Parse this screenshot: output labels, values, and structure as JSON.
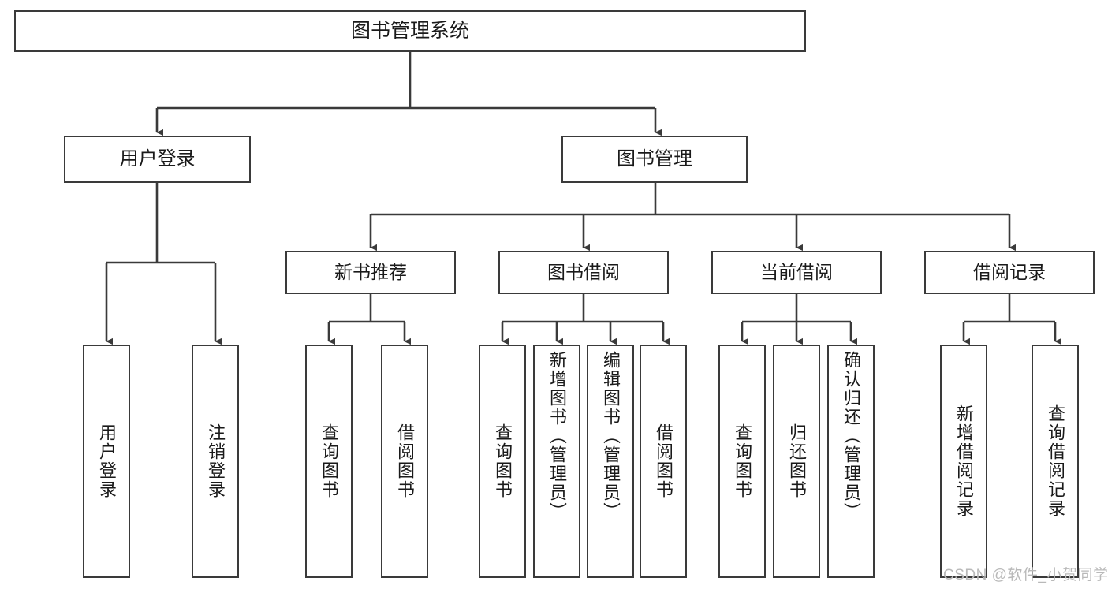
{
  "diagram": {
    "title": "图书管理系统",
    "type": "tree-structure-chart",
    "colors": {
      "box_border": "#3a3a3a",
      "box_fill": "#ffffff",
      "edge": "#3a3a3a",
      "text": "#1a1a1a",
      "watermark": "#b9b9b9",
      "background": "#ffffff"
    },
    "root": {
      "label": "图书管理系统"
    },
    "level2": [
      {
        "label": "用户登录"
      },
      {
        "label": "图书管理"
      }
    ],
    "level3": [
      {
        "label": "新书推荐"
      },
      {
        "label": "图书借阅"
      },
      {
        "label": "当前借阅"
      },
      {
        "label": "借阅记录"
      }
    ],
    "leaves": {
      "user_login": [
        {
          "label": "用户登录"
        },
        {
          "label": "注销登录"
        }
      ],
      "new_book_recommend": [
        {
          "label": "查询图书"
        },
        {
          "label": "借阅图书"
        }
      ],
      "book_borrow": [
        {
          "label": "查询图书"
        },
        {
          "label": "新增图书（管理员）"
        },
        {
          "label": "编辑图书（管理员）"
        },
        {
          "label": "借阅图书"
        }
      ],
      "current_borrow": [
        {
          "label": "查询图书"
        },
        {
          "label": "归还图书"
        },
        {
          "label": "确认归还（管理员）"
        }
      ],
      "borrow_records": [
        {
          "label": "新增借阅记录"
        },
        {
          "label": "查询借阅记录"
        }
      ]
    },
    "watermark": "CSDN @软件_小贺同学"
  }
}
